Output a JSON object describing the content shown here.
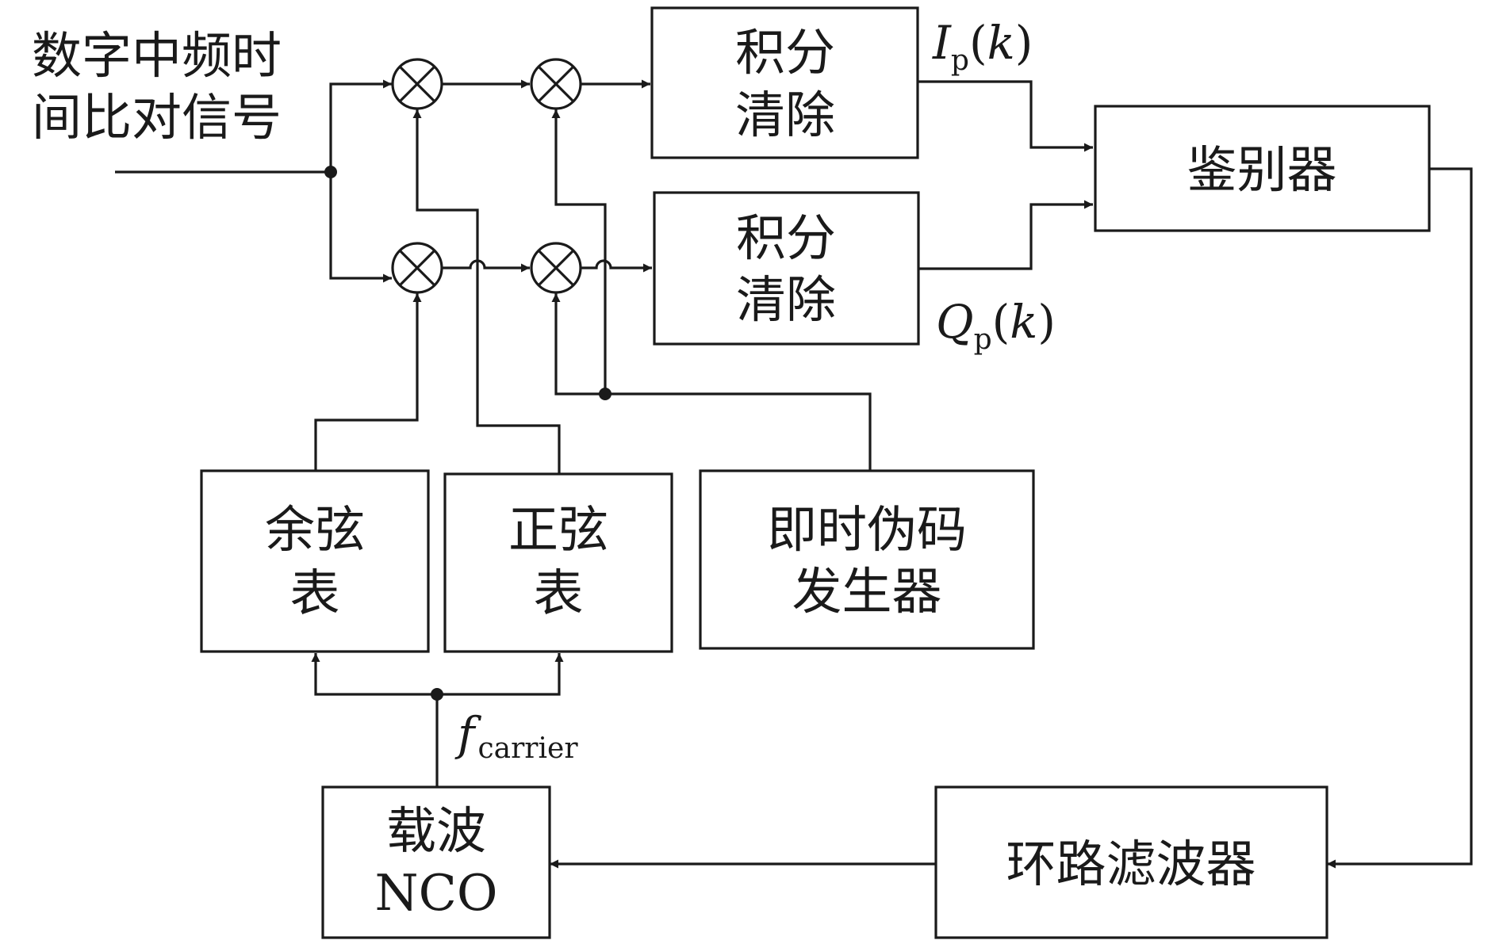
{
  "input_label": {
    "line1": "数字中频时",
    "line2": "间比对信号"
  },
  "integrate_dump_i": {
    "line1": "积分",
    "line2": "清除"
  },
  "integrate_dump_q": {
    "line1": "积分",
    "line2": "清除"
  },
  "discriminator": {
    "label": "鉴别器"
  },
  "cosine_table": {
    "line1": "余弦",
    "line2": "表"
  },
  "sine_table": {
    "line1": "正弦",
    "line2": "表"
  },
  "prompt_code_generator": {
    "line1": "即时伪码",
    "line2": "发生器"
  },
  "carrier_nco": {
    "line1": "载波",
    "line2": "NCO"
  },
  "loop_filter": {
    "label": "环路滤波器"
  },
  "signals": {
    "ip": {
      "symbol": "I",
      "subscript": "p",
      "open": "(",
      "arg": "k",
      "close": ")"
    },
    "qp": {
      "symbol": "Q",
      "subscript": "p",
      "open": "(",
      "arg": "k",
      "close": ")"
    },
    "fcarrier": {
      "symbol": "f",
      "subscript": "carrier"
    }
  }
}
